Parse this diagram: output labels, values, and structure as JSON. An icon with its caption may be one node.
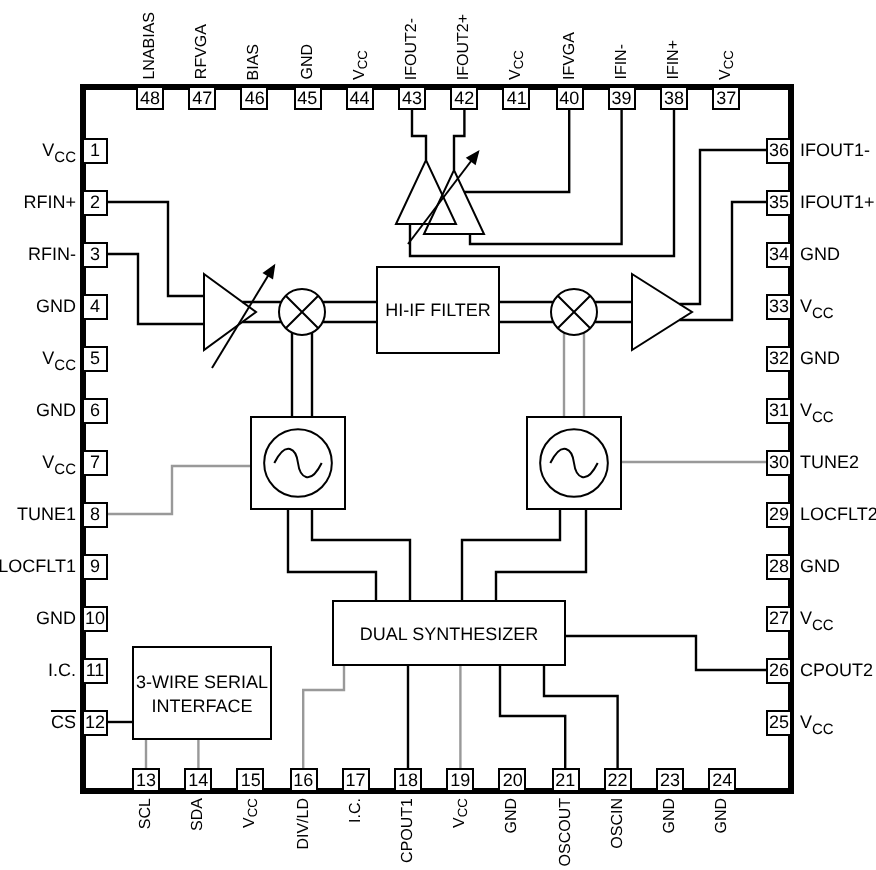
{
  "diagram": {
    "nodes": [
      {
        "text": [],
        "shape": "box"
      },
      {
        "text": [
          "1"
        ],
        "in": 0,
        "beside": [
          "V$_{CC}$"
        ]
      },
      {
        "text": [
          "2"
        ],
        "in": 0,
        "beside": [
          "RFIN+"
        ]
      },
      {
        "text": [
          "3"
        ],
        "in": 0,
        "beside": [
          "RFIN-"
        ]
      },
      {
        "text": [
          "4"
        ],
        "in": 0,
        "beside": [
          "GND"
        ]
      },
      {
        "text": [
          "5"
        ],
        "in": 0,
        "beside": [
          "V$_{CC}$"
        ]
      },
      {
        "text": [
          "6"
        ],
        "in": 0,
        "beside": [
          "GND"
        ]
      },
      {
        "text": [
          "7"
        ],
        "in": 0,
        "beside": [
          "V$_{CC}$"
        ]
      },
      {
        "text": [
          "8"
        ],
        "in": 0,
        "beside": [
          "TUNE1"
        ]
      },
      {
        "text": [
          "9"
        ],
        "in": 0,
        "beside": [
          "LOCFLT1"
        ]
      },
      {
        "text": [
          "10"
        ],
        "in": 0,
        "beside": [
          "GND"
        ]
      },
      {
        "text": [
          "11"
        ],
        "in": 0,
        "beside": [
          "I.C."
        ]
      },
      {
        "text": [
          "12"
        ],
        "in": 0,
        "beside": [
          "CS"
        ]
      },
      {
        "text": [
          "13"
        ],
        "in": 0,
        "beside": [
          "SCL"
        ]
      },
      {
        "text": [
          "14"
        ],
        "in": 0,
        "beside": [
          "SDA"
        ]
      },
      {
        "text": [
          "15"
        ],
        "in": 0,
        "beside": [
          "V$_{CC}$"
        ]
      },
      {
        "text": [
          "16"
        ],
        "in": 0,
        "beside": [
          "DIV/LD"
        ]
      },
      {
        "text": [
          "17"
        ],
        "in": 0,
        "beside": [
          "I.C."
        ]
      },
      {
        "text": [
          "18"
        ],
        "in": 0,
        "beside": [
          "CPOUT1"
        ]
      },
      {
        "text": [
          "19"
        ],
        "in": 0,
        "beside": [
          "V$_{CC}$"
        ]
      },
      {
        "text": [
          "20"
        ],
        "in": 0,
        "beside": [
          "GND"
        ]
      },
      {
        "text": [
          "21"
        ],
        "in": 0,
        "beside": [
          "OSCOUT"
        ]
      },
      {
        "text": [
          "22"
        ],
        "in": 0,
        "beside": [
          "OSCIN"
        ]
      },
      {
        "text": [
          "23"
        ],
        "in": 0,
        "beside": [
          "GND"
        ]
      },
      {
        "text": [
          "24"
        ],
        "in": 0,
        "beside": [
          "GND"
        ]
      },
      {
        "text": [
          "25"
        ],
        "in": 0,
        "beside": [
          "V$_{CC}$"
        ]
      },
      {
        "text": [
          "26"
        ],
        "in": 0,
        "beside": [
          "CPOUT2"
        ]
      },
      {
        "text": [
          "27"
        ],
        "in": 0,
        "beside": [
          "V$_{CC}$"
        ]
      },
      {
        "text": [
          "28"
        ],
        "in": 0,
        "beside": [
          "GND"
        ]
      },
      {
        "text": [
          "29"
        ],
        "in": 0,
        "beside": [
          "LOCFLT2"
        ]
      },
      {
        "text": [
          "30"
        ],
        "in": 0,
        "beside": [
          "TUNE2"
        ]
      },
      {
        "text": [
          "31"
        ],
        "in": 0,
        "beside": [
          "V$_{CC}$"
        ]
      },
      {
        "text": [
          "32"
        ],
        "in": 0,
        "beside": [
          "GND"
        ]
      },
      {
        "text": [
          "33"
        ],
        "in": 0,
        "beside": [
          "V$_{CC}$"
        ]
      },
      {
        "text": [
          "34"
        ],
        "in": 0,
        "beside": [
          "GND"
        ]
      },
      {
        "text": [
          "35"
        ],
        "in": 0,
        "beside": [
          "IFOUT1+"
        ]
      },
      {
        "text": [
          "36"
        ],
        "in": 0,
        "beside": [
          "IFOUT1-"
        ]
      },
      {
        "text": [
          "37"
        ],
        "in": 0,
        "beside": [
          "V$_{CC}$"
        ]
      },
      {
        "text": [
          "38"
        ],
        "in": 0,
        "beside": [
          "IFIN+"
        ]
      },
      {
        "text": [
          "39"
        ],
        "in": 0,
        "beside": [
          "IFIN-"
        ]
      },
      {
        "text": [
          "40"
        ],
        "in": 0,
        "beside": [
          "IFVGA"
        ]
      },
      {
        "text": [
          "41"
        ],
        "in": 0,
        "beside": [
          "V$_{CC}$"
        ]
      },
      {
        "text": [
          "42"
        ],
        "in": 0,
        "beside": [
          "IFOUT2+"
        ]
      },
      {
        "text": [
          "43"
        ],
        "in": 0,
        "beside": [
          "IFOUT2-"
        ]
      },
      {
        "text": [
          "44"
        ],
        "in": 0,
        "beside": [
          "V$_{CC}$"
        ]
      },
      {
        "text": [
          "45"
        ],
        "in": 0,
        "beside": [
          "GND"
        ]
      },
      {
        "text": [
          "46"
        ],
        "in": 0,
        "beside": [
          "BIAS"
        ]
      },
      {
        "text": [
          "47"
        ],
        "in": 0,
        "beside": [
          "RFVGA"
        ]
      },
      {
        "text": [
          "48"
        ],
        "in": 0,
        "beside": [
          "LNABIAS"
        ]
      },
      {
        "text": [],
        "shape": "triangle",
        "in": 0
      },
      {
        "text": [],
        "shape": "circle",
        "in": 0
      },
      {
        "text": [
          "HI-IF FILTER"
        ],
        "in": 0
      },
      {
        "text": [],
        "shape": "circle",
        "in": 0
      },
      {
        "text": [],
        "shape": "triangle",
        "in": 0
      },
      {
        "text": [],
        "shape": "triangle",
        "in": 0
      },
      {
        "text": [],
        "shape": "box",
        "in": 0
      },
      {
        "text": [],
        "shape": "box",
        "in": 0
      },
      {
        "text": [
          "DUAL SYNTHESIZER"
        ],
        "in": 0
      },
      {
        "text": [
          "3-WIRE SERIAL INTERFACE"
        ],
        "in": 0
      }
    ],
    "edges": [
      {
        "from": 2,
        "to": 49,
        "arrow": "none"
      },
      {
        "from": 3,
        "to": 49,
        "arrow": "none"
      },
      {
        "from": 49,
        "to": 50,
        "arrow": "none"
      },
      {
        "from": 49,
        "to": 50,
        "arrow": "none"
      },
      {
        "from": 50,
        "to": 51,
        "arrow": "none"
      },
      {
        "from": 50,
        "to": 51,
        "arrow": "none"
      },
      {
        "from": 51,
        "to": 52,
        "arrow": "none"
      },
      {
        "from": 51,
        "to": 52,
        "arrow": "none"
      },
      {
        "from": 52,
        "to": 53,
        "arrow": "none"
      },
      {
        "from": 52,
        "to": 53,
        "arrow": "none"
      },
      {
        "from": 53,
        "to": 36,
        "arrow": "none"
      },
      {
        "from": 53,
        "to": 35,
        "arrow": "none"
      },
      {
        "from": 54,
        "to": 43,
        "arrow": "none"
      },
      {
        "from": 54,
        "to": 42,
        "arrow": "none"
      },
      {
        "from": 40,
        "to": 54,
        "arrow": "none"
      },
      {
        "from": 39,
        "to": 54,
        "arrow": "none"
      },
      {
        "from": 38,
        "to": 54,
        "arrow": "none"
      },
      {
        "from": 50,
        "to": 55,
        "arrow": "none"
      },
      {
        "from": 50,
        "to": 55,
        "arrow": "none"
      },
      {
        "from": 52,
        "to": 56,
        "arrow": "none",
        "color": "#999999"
      },
      {
        "from": 52,
        "to": 56,
        "arrow": "none",
        "color": "#999999"
      },
      {
        "from": 8,
        "to": 55,
        "arrow": "none",
        "color": "#999999"
      },
      {
        "from": 56,
        "to": 30,
        "arrow": "none",
        "color": "#999999"
      },
      {
        "from": 55,
        "to": 57,
        "arrow": "none"
      },
      {
        "from": 55,
        "to": 57,
        "arrow": "none"
      },
      {
        "from": 56,
        "to": 57,
        "arrow": "none"
      },
      {
        "from": 56,
        "to": 57,
        "arrow": "none"
      },
      {
        "from": 57,
        "to": 16,
        "arrow": "none",
        "color": "#999999"
      },
      {
        "from": 57,
        "to": 18,
        "arrow": "none"
      },
      {
        "from": 57,
        "to": 19,
        "arrow": "none",
        "color": "#999999"
      },
      {
        "from": 57,
        "to": 21,
        "arrow": "none"
      },
      {
        "from": 57,
        "to": 22,
        "arrow": "none"
      },
      {
        "from": 57,
        "to": 26,
        "arrow": "none"
      },
      {
        "from": 58,
        "to": 12,
        "arrow": "none"
      },
      {
        "from": 58,
        "to": 13,
        "arrow": "none",
        "color": "#999999"
      },
      {
        "from": 58,
        "to": 14,
        "arrow": "none",
        "color": "#999999"
      }
    ]
  }
}
